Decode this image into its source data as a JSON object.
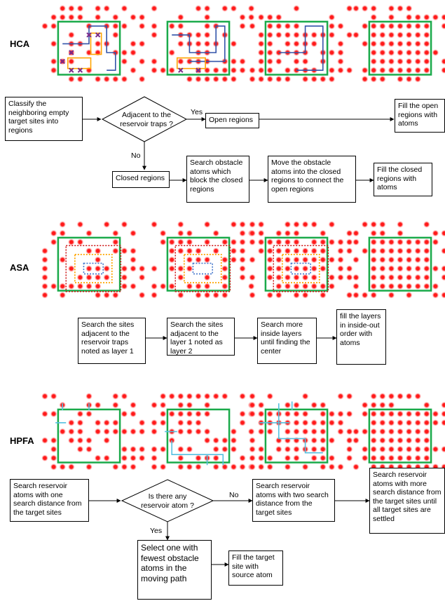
{
  "colors": {
    "atom": "#ff1a1a",
    "atom_glow": "#ffb3b3",
    "target_border": "#1aaa4a",
    "hca_path": "#3355aa",
    "hca_obstacle": "#ffa500",
    "hca_marker": "#7b2a8a",
    "asa_outer": "#cc1111",
    "asa_middle": "#ffa500",
    "asa_inner": "#4477cc",
    "hpfa_path": "#55c0e0"
  },
  "sections": {
    "hca": {
      "label": "HCA",
      "step_classify": "Classify the neighboring empty target sites into regions",
      "decision": "Adjacent to the reservoir traps ?",
      "yes": "Yes",
      "no": "No",
      "open_regions": "Open regions",
      "fill_open": "Fill the open regions with atoms",
      "closed_regions": "Closed regions",
      "search_obstacle": "Search obstacle atoms which block the closed regions",
      "move_obstacle": "Move the obstacle atoms into the closed regions to connect the open regions",
      "fill_closed": "Fill the closed regions with atoms"
    },
    "asa": {
      "label": "ASA",
      "step1": "Search the sites adjacent to the reservoir traps noted as layer 1",
      "step2": "Search the sites adjacent to the layer 1 noted as layer 2",
      "step3": "Search more inside layers until finding the center",
      "step4": "fill the layers in inside-out order with atoms"
    },
    "hpfa": {
      "label": "HPFA",
      "step1": "Search reservoir atoms with one search distance from the target sites",
      "decision": "Is there any reservoir atom ?",
      "no": "No",
      "yes": "Yes",
      "step2": "Search reservoir atoms with two search distance from the target sites",
      "step3": "Search reservoir atoms with more search distance from the target sites until all target sites are settled",
      "select": "Select one with fewest obstacle atoms in the moving path",
      "fill": "Fill the target site with source atom"
    }
  }
}
